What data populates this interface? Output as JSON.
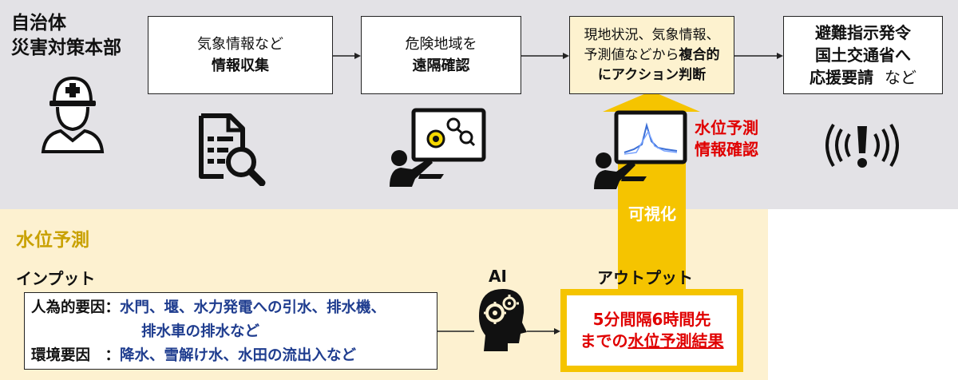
{
  "hq": {
    "line1": "自治体",
    "line2": "災害対策本部"
  },
  "steps": [
    {
      "line1": "気象情報など",
      "line2": "情報収集"
    },
    {
      "line1": "危険地域を",
      "line2": "遠隔確認"
    },
    {
      "line1": "現地状況、気象情報、",
      "line2_normal": "予測値などから",
      "line2_bold": "複合的",
      "line3": "にアクション判断"
    },
    {
      "line1": "避難指示発令",
      "line2": "国土交通省へ",
      "line3_bold": "応援要請",
      "line3_normal": "など"
    }
  ],
  "confirm": {
    "line1": "水位予測",
    "line2": "情報確認"
  },
  "visualize_label": "可視化",
  "section_title": "水位予測",
  "input_label": "インプット",
  "ai_label": "AI",
  "output_label": "アウトプット",
  "inputs": [
    {
      "key": "人為的要因：",
      "value_line1": "水門、堰、水力発電への引水、排水機、",
      "value_line2": "排水車の排水など"
    },
    {
      "key": "環境要因　：",
      "value_line1": "降水、雪解け水、水田の流出入など"
    }
  ],
  "output": {
    "line1": "5分間隔6時間先",
    "line2_prefix": "までの",
    "line2_underlined": "水位予測結果"
  },
  "colors": {
    "top_band": "#e3e2e6",
    "bottom_band": "#fdf1d0",
    "arrow_yellow": "#f5c400",
    "red": "#e00000",
    "blue": "#1f3d8f",
    "gold": "#c9a100"
  }
}
